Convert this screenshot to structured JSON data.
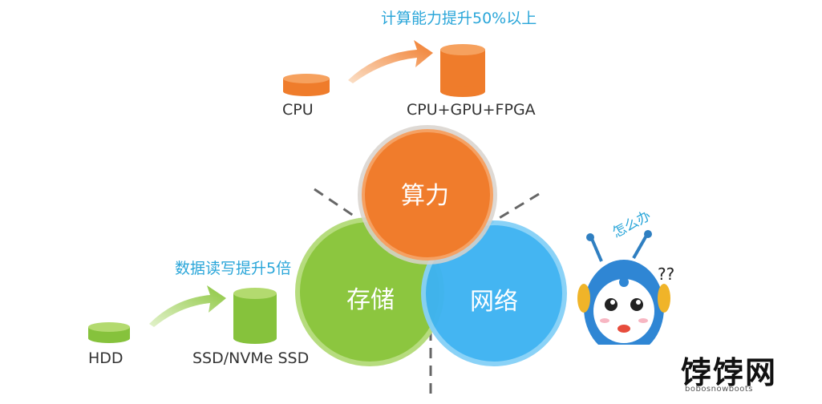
{
  "upgrades": {
    "compute": {
      "from": "CPU",
      "to": "CPU+GPU+FPGA",
      "note": "计算能力提升50%以上"
    },
    "storage": {
      "from": "HDD",
      "to": "SSD/NVMe SSD",
      "note": "数据读写提升5倍"
    }
  },
  "circles": {
    "compute": "算力",
    "storage": "存储",
    "network": "网络"
  },
  "mascot": {
    "speech": "怎么办",
    "marks": "??"
  },
  "brand": {
    "name": "饽饽网",
    "subtitle": "bobosnowboots"
  },
  "colors": {
    "orange": "#f07c2c",
    "green": "#8cc63f",
    "blue": "#3db3f2",
    "accent_text": "#2aa6d9",
    "label_text": "#333333"
  }
}
